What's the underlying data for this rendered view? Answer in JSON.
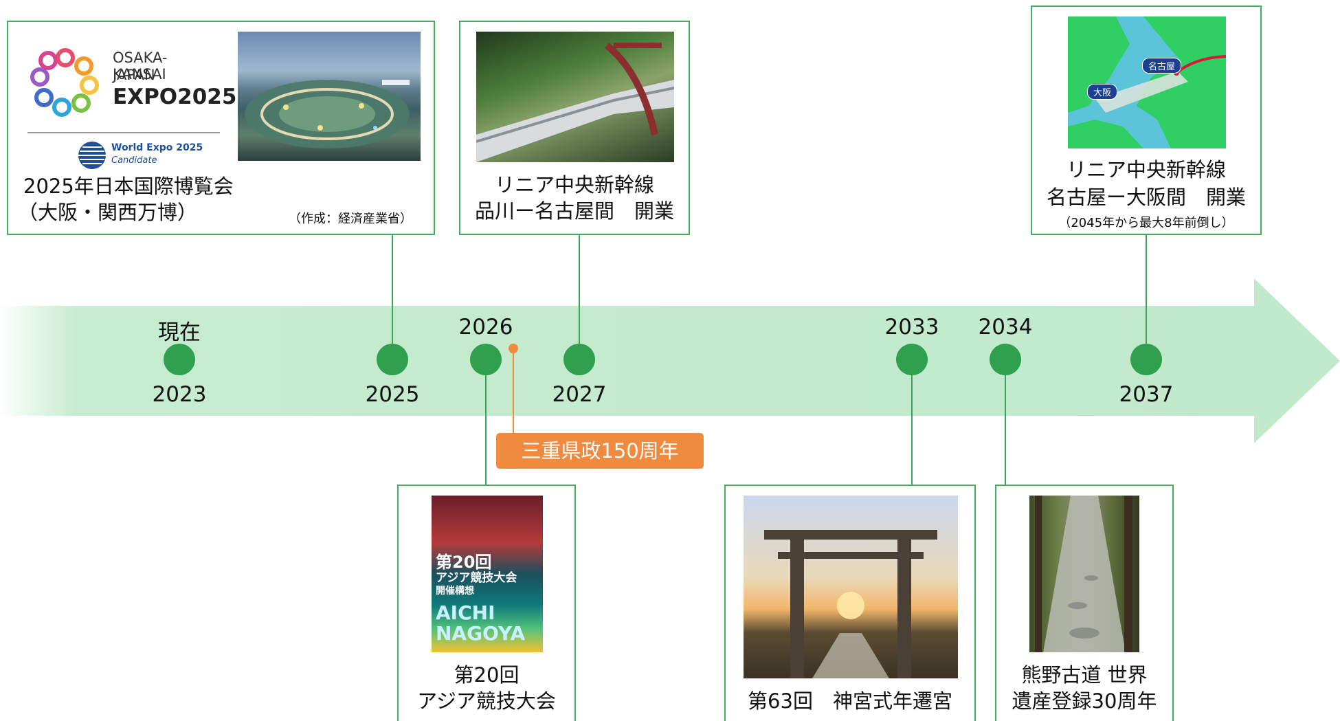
{
  "timeline": {
    "points": [
      {
        "top_label": "現在",
        "bottom_label": "2023"
      },
      {
        "top_label": "",
        "bottom_label": "2025"
      },
      {
        "top_label": "2026",
        "bottom_label": ""
      },
      {
        "top_label": "",
        "bottom_label": "2027"
      },
      {
        "top_label": "2033",
        "bottom_label": ""
      },
      {
        "top_label": "2034",
        "bottom_label": ""
      },
      {
        "top_label": "",
        "bottom_label": "2037"
      }
    ],
    "badge": "三重県政150周年"
  },
  "cards": {
    "expo": {
      "logo_text": {
        "line1": "OSAKA-KANSAI",
        "line2": "JAPAN",
        "line3": "EXPO2025",
        "sub1": "World Expo 2025",
        "sub2": "Candidate"
      },
      "title_line1": "2025年日本国際博覧会",
      "title_line2": "（大阪・関西万博）",
      "note": "（作成：経済産業省）"
    },
    "linear1": {
      "title_line1": "リニア中央新幹線",
      "title_line2": "品川ー名古屋間　開業"
    },
    "linear2": {
      "map_labels": {
        "nagoya": "名古屋",
        "osaka": "大阪"
      },
      "title_line1": "リニア中央新幹線",
      "title_line2": "名古屋ー大阪間　開業",
      "note": "（2045年から最大8年前倒し）"
    },
    "asian_games": {
      "poster_text": {
        "line1": "第20回",
        "line2": "アジア競技大会",
        "line3": "開催構想",
        "line4": "AICHI",
        "line5": "NAGOYA"
      },
      "title_line1": "第20回",
      "title_line2": "アジア競技大会"
    },
    "shrine": {
      "title_line1": "第63回　神宮式年遷宮"
    },
    "kumano": {
      "title_line1": "熊野古道 世界",
      "title_line2": "遺産登録30周年"
    }
  },
  "colors": {
    "accent": "#2fa04e",
    "band": "#c1e9cb",
    "badge": "#f08a3e",
    "card_border": "#43ad5f"
  }
}
